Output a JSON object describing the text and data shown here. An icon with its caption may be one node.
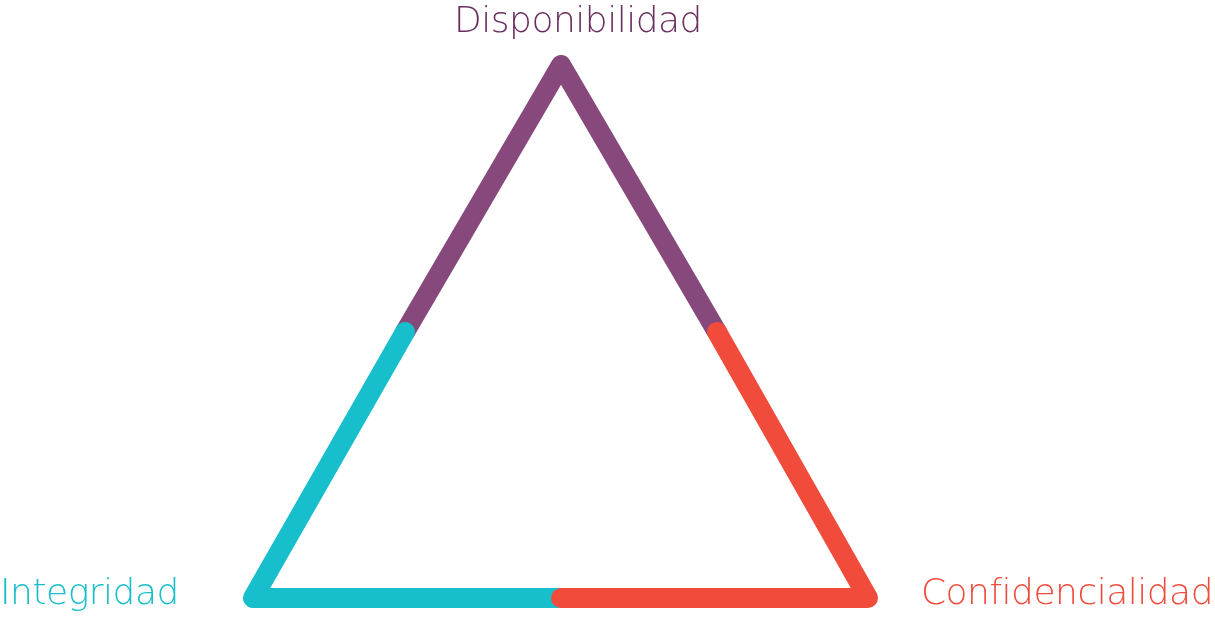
{
  "diagram": {
    "labels": [
      "Disponibilidad",
      "Integridad",
      "Confidencialidad"
    ]
  }
}
